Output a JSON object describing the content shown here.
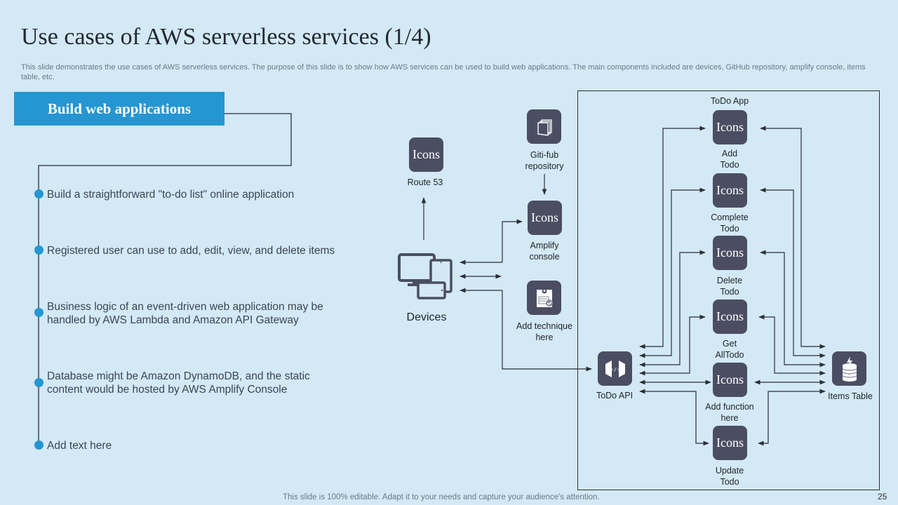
{
  "slide": {
    "title": "Use cases of AWS serverless services (1/4)",
    "subtitle": "This slide demonstrates the use cases of AWS  serverless services. The purpose of this slide is to show how AWS  services can be used to build web applications. The main components included are devices, GitHub repository, amplify console, items table, etc.",
    "footer": "This slide is 100% editable. Adapt it to your needs and capture your audience's attention.",
    "page_number": "25"
  },
  "left_panel": {
    "heading": "Build web applications",
    "bullets": [
      "Build a straightforward \"to-do list\" online application",
      "Registered user can use to add, edit, view, and delete items",
      "Business logic of an event-driven  web application may be handled by AWS Lambda and Amazon API Gateway",
      "Database might be Amazon DynamoDB, and the static content would be hosted by AWS Amplify Console",
      "Add text here"
    ],
    "accent_color": "#2596d1"
  },
  "diagram": {
    "placeholder_icon_text": "Icons",
    "node_color": "#4b4e63",
    "devices": {
      "label": "Devices",
      "icon": "devices-icon"
    },
    "route53": {
      "label": "Route 53"
    },
    "github": {
      "label": "Giti-fub\nrepository",
      "label_lines": [
        "Giti-fub",
        "repository"
      ],
      "icon": "repository-icon"
    },
    "amplify": {
      "label_lines": [
        "Amplify",
        "console"
      ]
    },
    "technique": {
      "label_lines": [
        "Add technique",
        "here"
      ],
      "icon": "clipboard-check-icon"
    },
    "todo_app": {
      "title": "ToDo App"
    },
    "todo_api": {
      "label": "ToDo  API",
      "icon": "api-gateway-icon"
    },
    "items_table": {
      "label": "Items Table",
      "icon": "dynamodb-icon"
    },
    "functions": [
      {
        "label_lines": [
          "Add",
          "Todo"
        ]
      },
      {
        "label_lines": [
          "Complete",
          "Todo"
        ]
      },
      {
        "label_lines": [
          "Delete",
          "Todo"
        ]
      },
      {
        "label_lines": [
          "Get",
          "AllTodo"
        ]
      },
      {
        "label_lines": [
          "Add function",
          "here"
        ]
      },
      {
        "label_lines": [
          "Update",
          "Todo"
        ]
      }
    ]
  }
}
